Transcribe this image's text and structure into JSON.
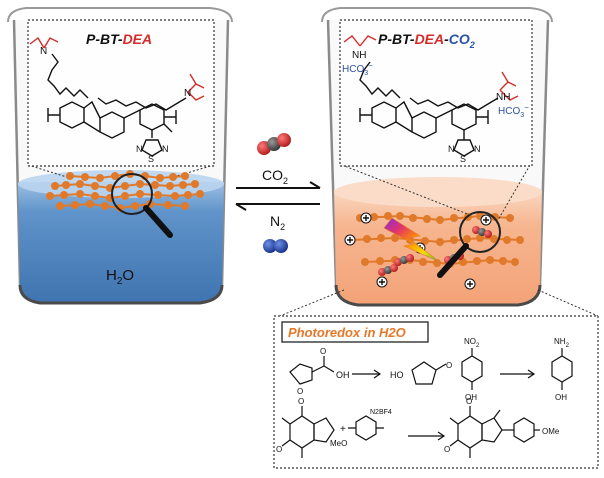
{
  "left_panel": {
    "title_prefix": "P-BT-",
    "title_suffix": "DEA",
    "medium": "H",
    "medium_sub": "2",
    "medium_end": "O"
  },
  "right_panel": {
    "title_prefix": "P-BT-",
    "title_dea": "DEA",
    "title_dash": "-",
    "title_co": "CO",
    "title_sub": "2",
    "counterion_top_base": "HCO",
    "counterion_top_sub": "3",
    "counterion_top_sup": "−",
    "counterion_bottom_base": "HCO",
    "counterion_bottom_sub": "3",
    "counterion_bottom_sup": "−",
    "nh_top": "NH",
    "nh_bottom": "NH"
  },
  "arrows": {
    "forward_gas": "CO",
    "forward_gas_sub": "2",
    "reverse_gas": "N",
    "reverse_gas_sub": "2"
  },
  "structure": {
    "n_left": "N",
    "n_right": "N",
    "heteroatom_s": "S",
    "heteroatom_n1": "N",
    "heteroatom_n2": "N"
  },
  "photoredox": {
    "title": "Photoredox in H2O",
    "nitro": "NO",
    "nitro_sub": "2",
    "amine": "NH",
    "amine_sub": "2",
    "oh_1": "OH",
    "oh_2": "OH",
    "oh_3": "OH",
    "ho": "HO",
    "o_1": "O",
    "o_2": "O",
    "o_3": "O",
    "diazonium": "N2BF4",
    "meo_1": "MeO",
    "ome": "OMe",
    "plus": "+"
  },
  "colors": {
    "water": "#4f86c0",
    "water_top": "#9dc0e4",
    "orange_bath": "#f6b690",
    "polymer_dot": "#e07a2a",
    "red_chain": "#d62b2b",
    "blue_text": "#2b52a5",
    "title_orange": "#e6782a",
    "co2_red": "#c92a2a",
    "n2_blue": "#1f3d9c"
  }
}
